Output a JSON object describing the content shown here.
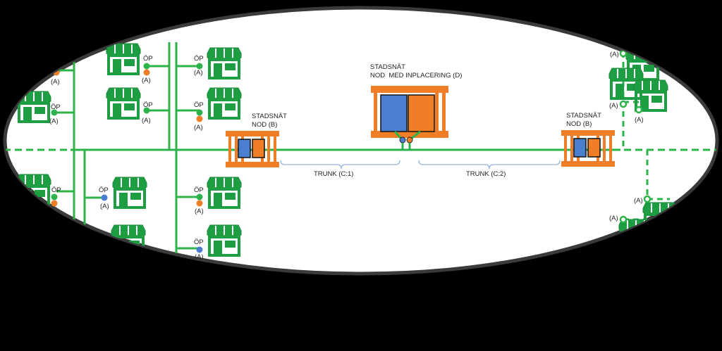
{
  "labels": {
    "city_node_left_line1": "STADSNÄT",
    "city_node_left_line2": "NOD (B)",
    "city_node_center_line1": "STADSNÄT",
    "city_node_center_line2": "NOD  MED INPLACERING (D)",
    "city_node_right_line1": "STADSNÄT",
    "city_node_right_line2": "NOD (B)",
    "trunk_1": "TRUNK (C:1)",
    "trunk_2": "TRUNK (C:2)",
    "access_point": "ÖP",
    "customer_a": "(A)"
  },
  "colors": {
    "background": "#000000",
    "ellipse_fill": "#ffffff",
    "ellipse_border": "#3a3a3a",
    "network_green": "#2db34a",
    "shop_green": "#1e9e43",
    "node_orange": "#f07e26",
    "equipment_blue": "#4a7fd0",
    "brace_blue": "#8fb3dc"
  },
  "icons": [
    "shop-icon",
    "access-point-dot-icon",
    "node-cabinet-icon"
  ]
}
